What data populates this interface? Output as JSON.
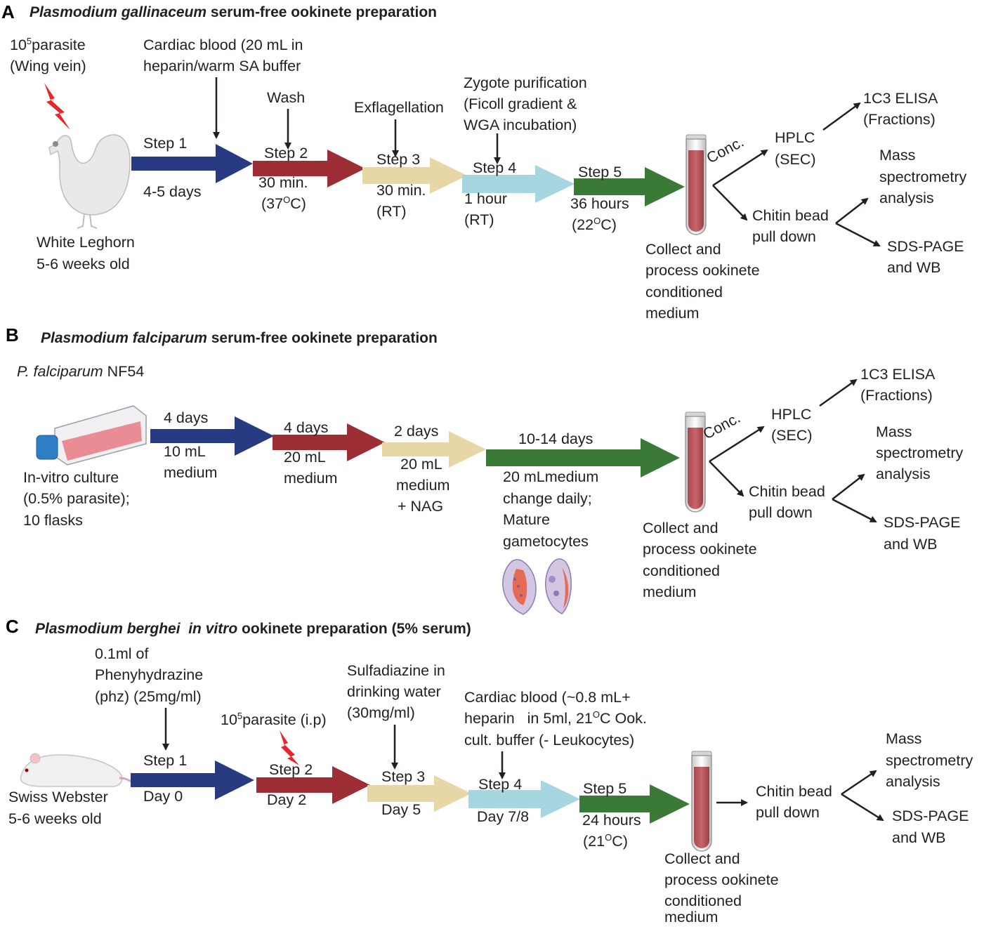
{
  "colors": {
    "navy": "#283b82",
    "maroon": "#9e2e36",
    "tan": "#e7d7a7",
    "lightblue": "#a6d6df",
    "green": "#3b7a36",
    "tube": "#b7545a",
    "lightning": "#e5262b"
  },
  "panelA": {
    "letter": "A",
    "title_italic": "Plasmodium gallinaceum",
    "title_rest": " serum-free ookinete preparation",
    "inoculum_sup": "5",
    "inoculum_base": "10",
    "inoculum_rest": "parasite",
    "inoculum_line2": "(Wing vein)",
    "host_line1": "White Leghorn",
    "host_line2": "5-6 weeks old",
    "cardiac_line1": "Cardiac blood (20 mL in",
    "cardiac_line2": "heparin/warm SA buffer",
    "wash": "Wash",
    "exflag": "Exflagellation",
    "zygote_line1": "Zygote purification",
    "zygote_line2": "(Ficoll gradient &",
    "zygote_line3": "WGA incubation)",
    "step1": "Step 1",
    "step1_time": "4-5 days",
    "step2": "Step 2",
    "step2_time": "30 min.",
    "step2_temp_pre": "(37",
    "step2_temp_sup": "O",
    "step2_temp_post": "C)",
    "step3": "Step 3",
    "step3_time": "30 min.",
    "step3_cond": "(RT)",
    "step4": "Step 4",
    "step4_time": "1 hour",
    "step4_cond": "(RT)",
    "step5": "Step 5",
    "step5_time": "36 hours",
    "step5_temp_pre": "(22",
    "step5_temp_sup": "O",
    "step5_temp_post": "C)",
    "collect_line1": "Collect and",
    "collect_line2": "process ookinete",
    "collect_line3": "conditioned",
    "collect_line4": "medium",
    "conc": "Conc.",
    "hplc_line1": "HPLC",
    "hplc_line2": "(SEC)",
    "elisa_line1": "1C3 ELISA",
    "elisa_line2": "(Fractions)",
    "chitin_line1": "Chitin bead",
    "chitin_line2": "pull down",
    "mass_line1": "Mass",
    "mass_line2": "spectrometry",
    "mass_line3": "analysis",
    "sds_line1": "SDS-PAGE",
    "sds_line2": "and WB"
  },
  "panelB": {
    "letter": "B",
    "title_italic": "Plasmodium falciparum",
    "title_rest": " serum-free ookinete preparation",
    "strain_italic": "P. falciparum",
    "strain_rest": " NF54",
    "culture_line1": "In-vitro culture",
    "culture_line2": "(0.5% parasite);",
    "culture_line3": "10 flasks",
    "s1_top": "4 days",
    "s1_line1": "10 mL",
    "s1_line2": "medium",
    "s2_top": "4 days",
    "s2_line1": "20 mL",
    "s2_line2": "medium",
    "s3_top": "2 days",
    "s3_line1": "20 mL",
    "s3_line2": "medium",
    "s3_line3": "+ NAG",
    "s4_top": "10-14 days",
    "s4_line1": "20 mLmedium",
    "s4_line2": "change daily;",
    "s4_line3": "Mature",
    "s4_line4": "gametocytes",
    "collect_line1": "Collect and",
    "collect_line2": "process ookinete",
    "collect_line3": "conditioned",
    "collect_line4": "medium",
    "conc": "Conc.",
    "hplc_line1": "HPLC",
    "hplc_line2": "(SEC)",
    "elisa_line1": "1C3 ELISA",
    "elisa_line2": "(Fractions)",
    "chitin_line1": "Chitin bead",
    "chitin_line2": "pull down",
    "mass_line1": "Mass",
    "mass_line2": "spectrometry",
    "mass_line3": "analysis",
    "sds_line1": "SDS-PAGE",
    "sds_line2": "and WB"
  },
  "panelC": {
    "letter": "C",
    "title_italic": "Plasmodium berghei  in vitro",
    "title_rest": " ookinete preparation (5% serum)",
    "phz_line1": "0.1ml of",
    "phz_line2": "Phenyhydrazine",
    "phz_line3": "(phz) (25mg/ml)",
    "host_line1": "Swiss Webster",
    "host_line2": "5-6 weeks old",
    "inoc_base": "10",
    "inoc_sup": "5",
    "inoc_rest": "parasite (i.p)",
    "sulfa_line1": "Sulfadiazine in",
    "sulfa_line2": "drinking water",
    "sulfa_line3": "(30mg/ml)",
    "cardiac_line1": "Cardiac blood (~0.8 mL+",
    "cardiac_line2_pre": "heparin   in 5ml, 21",
    "cardiac_line2_sup": "O",
    "cardiac_line2_post": "C Ook.",
    "cardiac_line3": "cult. buffer (- Leukocytes)",
    "step1": "Step 1",
    "step1_day": "Day 0",
    "step2": "Step 2",
    "step2_day": "Day 2",
    "step3": "Step 3",
    "step3_day": "Day 5",
    "step4": "Step 4",
    "step4_day": "Day 7/8",
    "step5": "Step 5",
    "step5_time": "24 hours",
    "step5_temp_pre": "(21",
    "step5_temp_sup": "O",
    "step5_temp_post": "C)",
    "collect_line1": "Collect and",
    "collect_line2": "process ookinete",
    "collect_line3": "conditioned",
    "collect_line4": "medium",
    "chitin_line1": "Chitin bead",
    "chitin_line2": "pull down",
    "mass_line1": "Mass",
    "mass_line2": "spectrometry",
    "mass_line3": "analysis",
    "sds_line1": "SDS-PAGE",
    "sds_line2": "and WB"
  }
}
